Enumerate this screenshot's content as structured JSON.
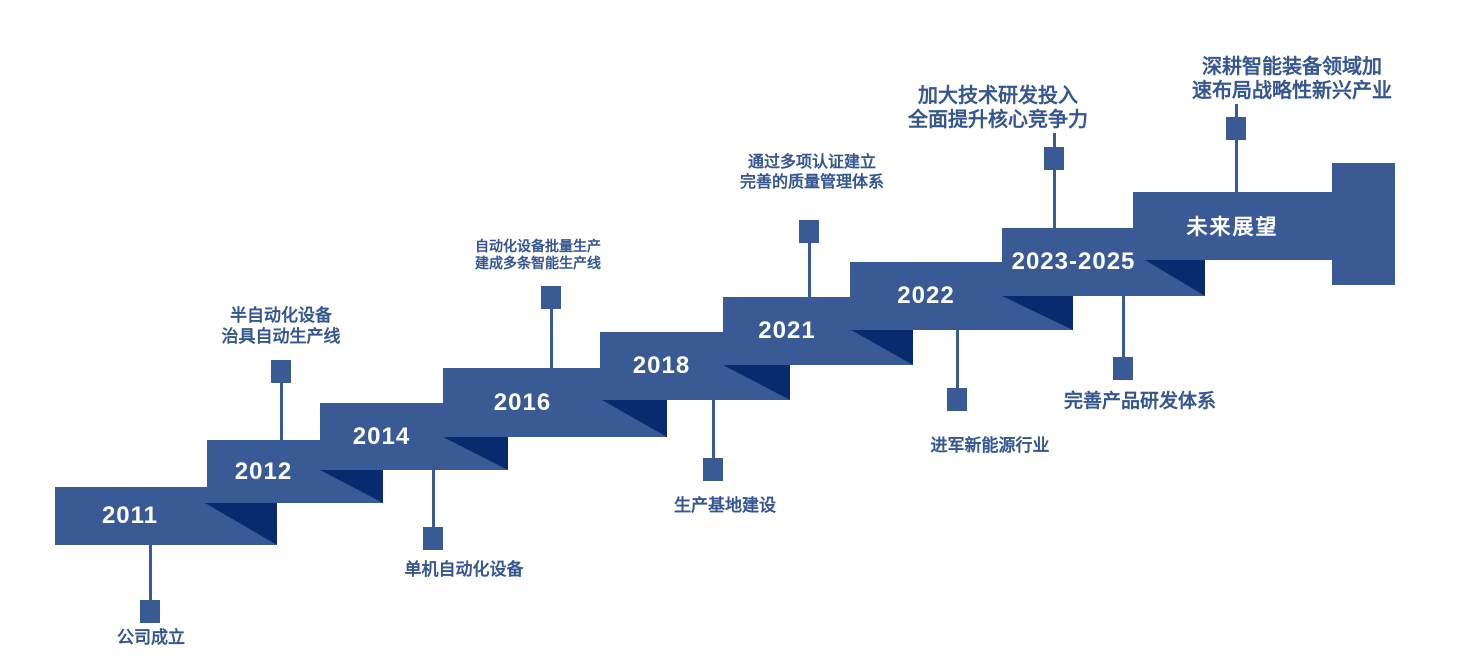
{
  "diagram": {
    "type": "staircase-timeline",
    "colors": {
      "bar_blue": "#3A5A96",
      "fold_navy": "#0A2A70",
      "label_blue": "#35568F",
      "year_text": "#FFFFFF"
    },
    "milestones": [
      {
        "year": "2011",
        "labels": [
          {
            "position": "below",
            "lines": [
              "公司成立"
            ]
          }
        ]
      },
      {
        "year": "2012",
        "labels": [
          {
            "position": "above",
            "lines": [
              "半自动化设备",
              "治具自动生产线"
            ]
          }
        ]
      },
      {
        "year": "2014",
        "labels": [
          {
            "position": "below",
            "lines": [
              "单机自动化设备"
            ]
          }
        ]
      },
      {
        "year": "2016",
        "labels": [
          {
            "position": "above",
            "lines": [
              "自动化设备批量生产",
              "建成多条智能生产线"
            ]
          }
        ]
      },
      {
        "year": "2018",
        "labels": [
          {
            "position": "below",
            "lines": [
              "生产基地建设"
            ]
          }
        ]
      },
      {
        "year": "2021",
        "labels": [
          {
            "position": "above",
            "lines": [
              "通过多项认证建立",
              "完善的质量管理体系"
            ]
          }
        ]
      },
      {
        "year": "2022",
        "labels": [
          {
            "position": "below",
            "lines": [
              "进军新能源行业"
            ]
          }
        ]
      },
      {
        "year": "2023-2025",
        "labels": [
          {
            "position": "above",
            "lines": [
              "加大技术研发投入",
              "全面提升核心竞争力"
            ]
          },
          {
            "position": "below",
            "lines": [
              "完善产品研发体系"
            ]
          }
        ]
      },
      {
        "year": "未来展望",
        "labels": [
          {
            "position": "above",
            "lines": [
              "深耕智能装备领域加",
              "速布局战略性新兴产业"
            ]
          }
        ]
      }
    ]
  }
}
